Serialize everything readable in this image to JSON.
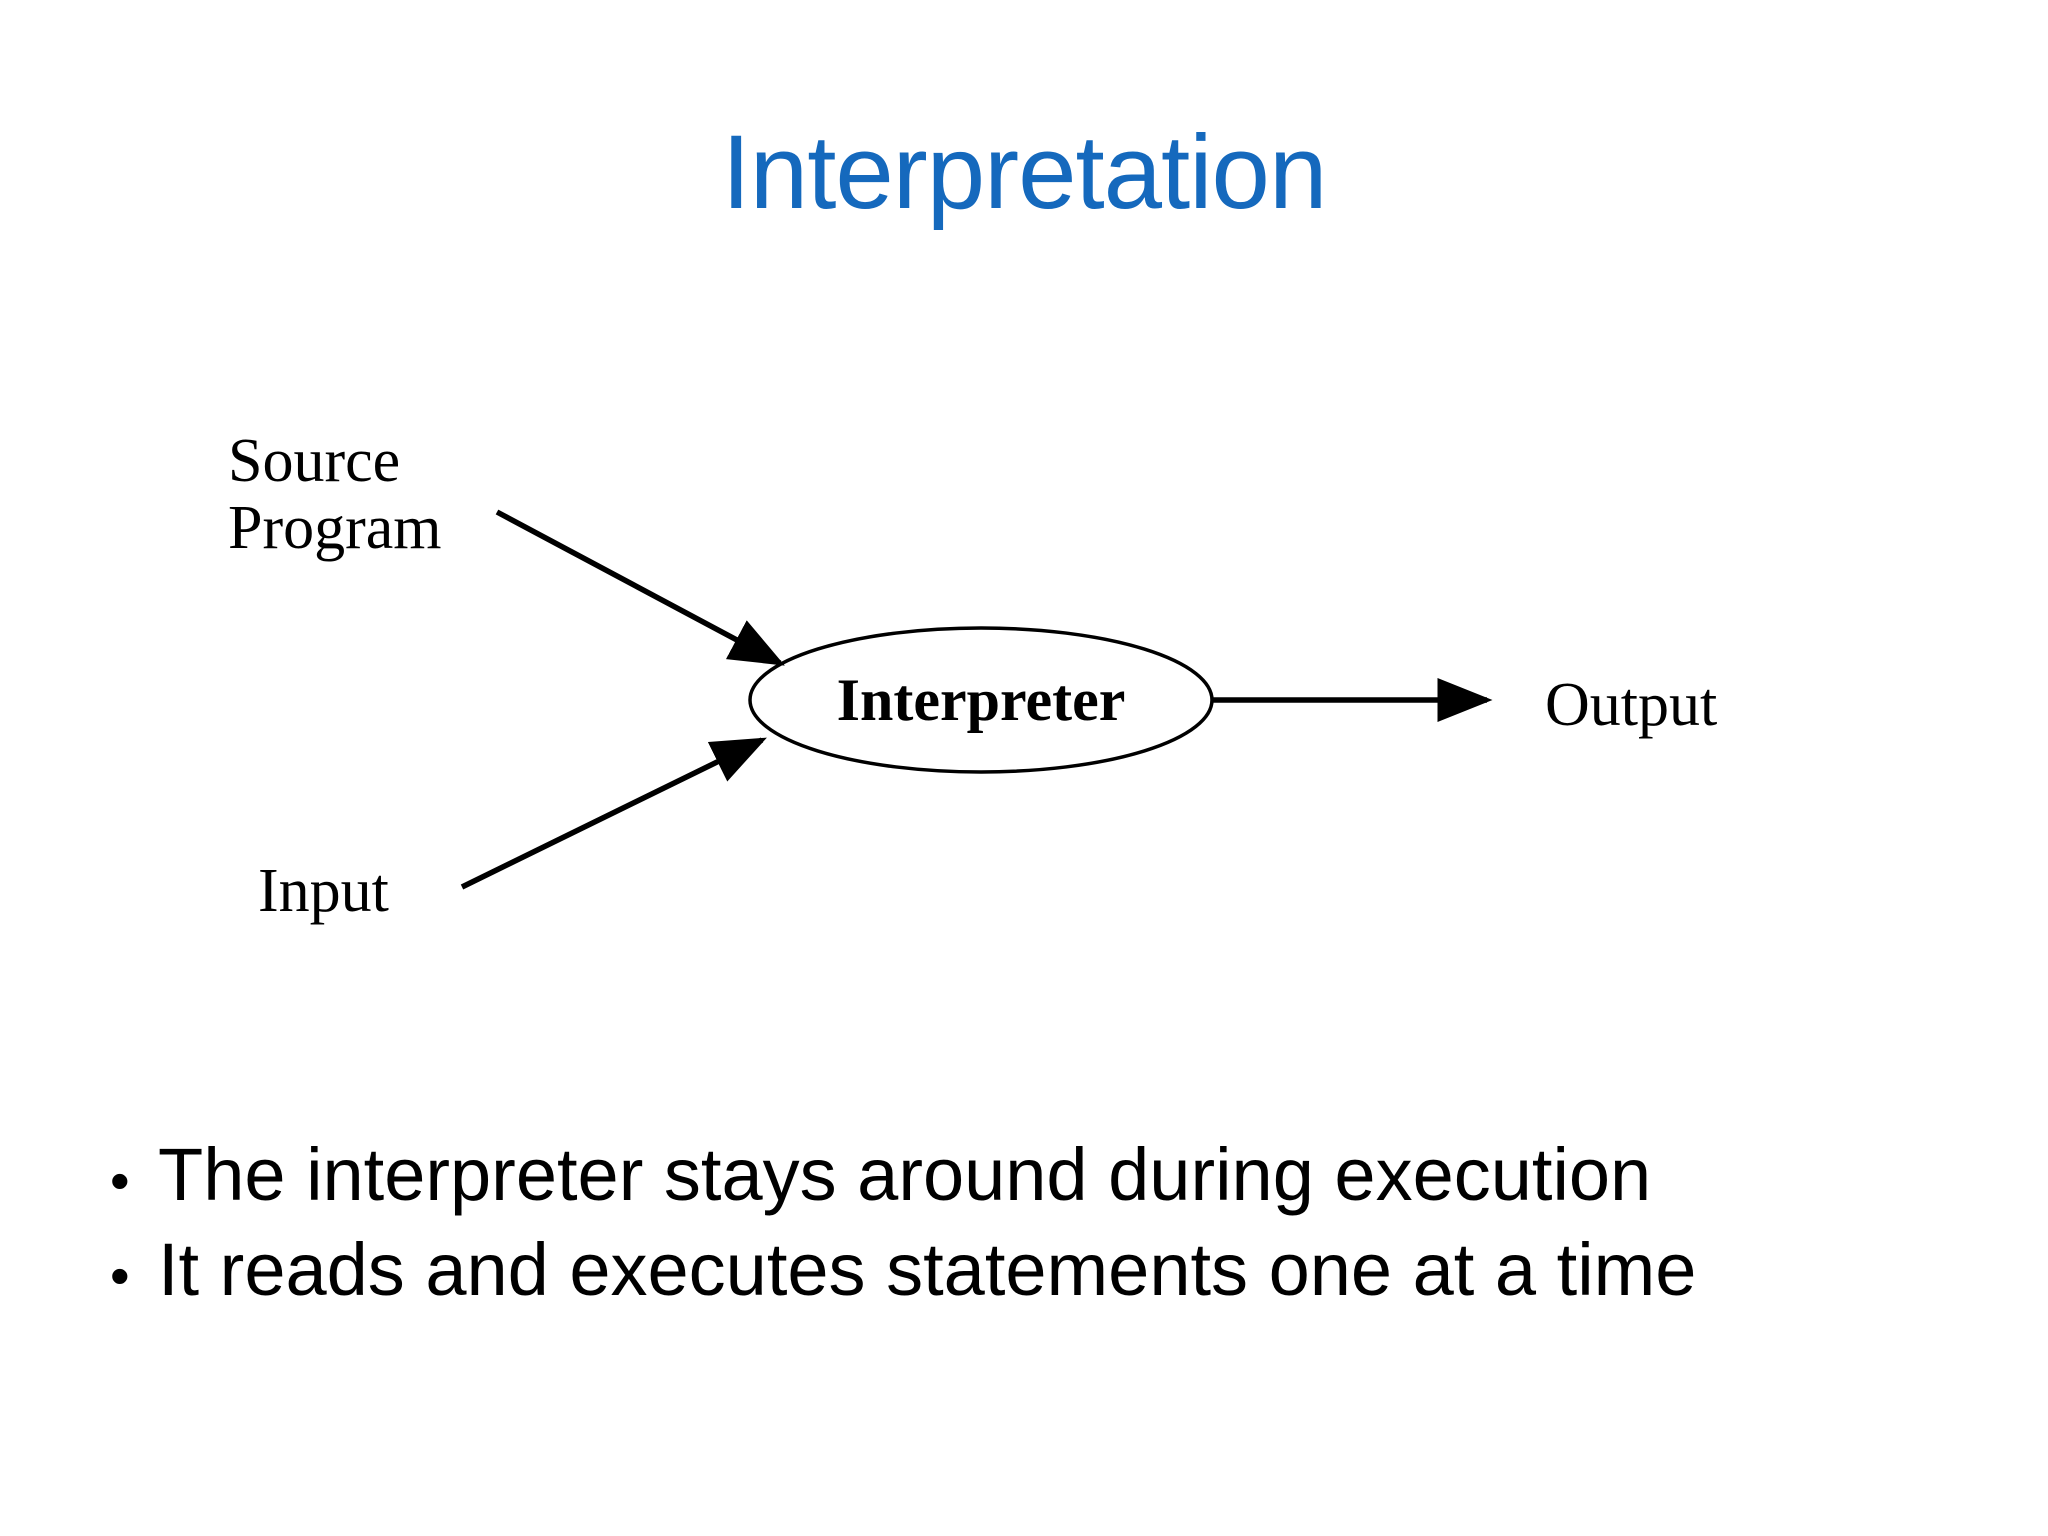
{
  "slide": {
    "title": "Interpretation",
    "title_color": "#1569BD",
    "background_color": "#FFFFFF",
    "text_color": "#000000"
  },
  "diagram": {
    "process_node": {
      "label": "Interpreter",
      "shape": "ellipse"
    },
    "inputs": [
      {
        "label": "Source\nProgram",
        "arrow": "arrow-source-program"
      },
      {
        "label": "Input",
        "arrow": "arrow-input"
      }
    ],
    "outputs": [
      {
        "label": "Output",
        "arrow": "arrow-output"
      }
    ]
  },
  "bullets": [
    {
      "marker": "•",
      "text": "The interpreter stays around during execution"
    },
    {
      "marker": "•",
      "text": "It reads and executes statements one at a time"
    }
  ]
}
